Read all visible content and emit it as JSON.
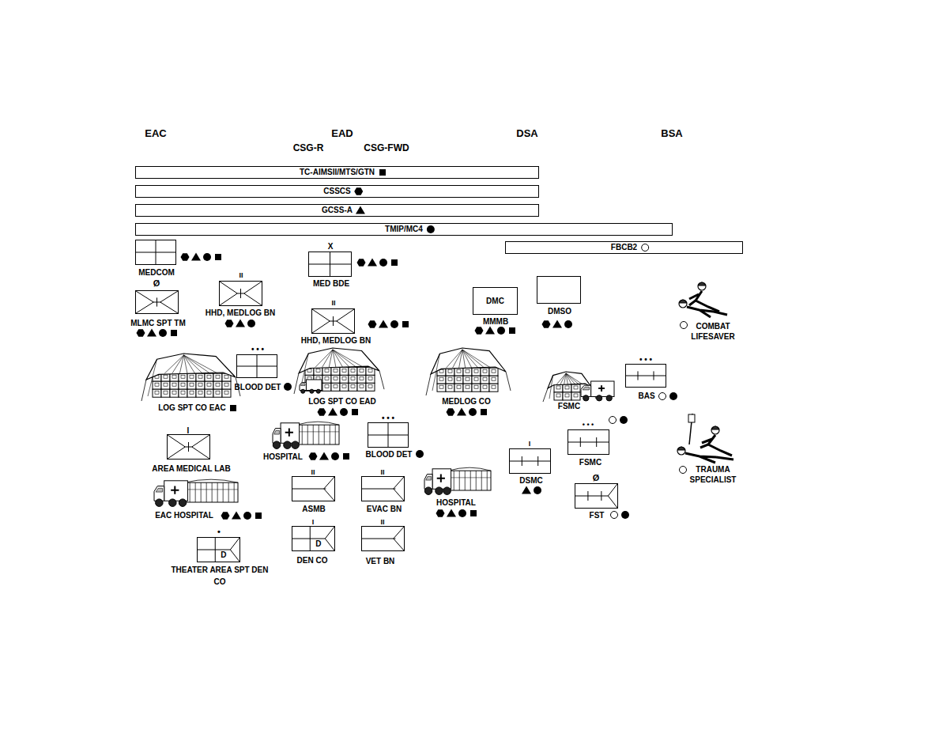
{
  "diagram": {
    "nodes": [
      {
        "text": [
          "TC-AIMSII/MTS/GTN"
        ]
      },
      {
        "text": [
          "CSSCS"
        ]
      },
      {
        "text": [
          "GCSS-A"
        ]
      },
      {
        "text": [
          "TMIP/MC4"
        ]
      },
      {
        "text": [
          "FBCB2"
        ]
      },
      {
        "text": [
          "MEDCOM"
        ]
      },
      {
        "text": [
          "MED BDE"
        ]
      },
      {
        "text": [
          "HHD, MEDLOG BN"
        ]
      },
      {
        "text": [
          "DMSO"
        ]
      },
      {
        "text": [
          "MLMC SPT TM"
        ]
      },
      {
        "text": [
          "DMC",
          "MMMB"
        ]
      },
      {
        "text": [
          "HHD, MEDLOG BN"
        ]
      },
      {
        "text": [
          "BLOOD DET"
        ]
      },
      {
        "text": [
          "BAS"
        ]
      },
      {
        "text": [
          "BLOOD DET"
        ]
      },
      {
        "text": [
          "AREA MEDICAL LAB"
        ]
      },
      {
        "text": [
          "FSMC"
        ]
      },
      {
        "text": [
          "DSMC"
        ]
      },
      {
        "text": [
          "ASMB"
        ]
      },
      {
        "text": [
          "EVAC BN"
        ]
      },
      {
        "text": [
          "FST"
        ]
      },
      {
        "text": [
          "DEN CO",
          "D"
        ]
      },
      {
        "text": [
          "VET BN"
        ]
      },
      {
        "text": [
          "THEATER AREA SPT DEN CO",
          "D"
        ]
      }
    ],
    "labels": [
      "EAC",
      "EAD",
      "DSA",
      "BSA",
      "CSG-R",
      "CSG-FWD",
      "X",
      "II",
      "Ø",
      "II",
      "COMBAT LIFESAVER",
      "• • •",
      "• • •",
      "LOG SPT CO EAD",
      "MEDLOG CO",
      "FSMC",
      "LOG SPT CO EAC",
      "• • •",
      "I",
      "• • •",
      "I",
      "HOSPITAL",
      "II",
      "II",
      "TRAUMA SPECIALIST",
      "Ø",
      "HOSPITAL",
      "EAC HOSPITAL",
      "I",
      "II",
      "•"
    ]
  }
}
